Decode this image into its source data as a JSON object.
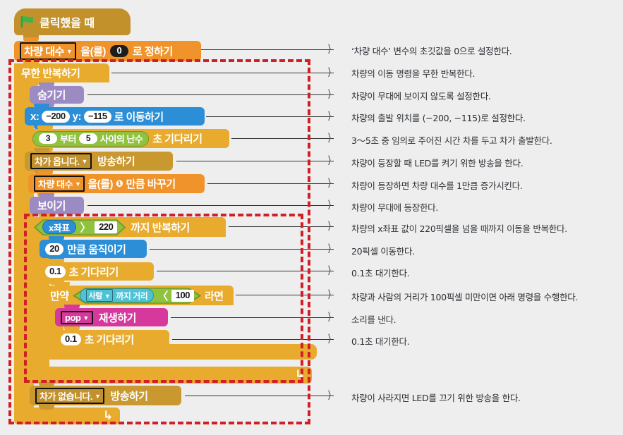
{
  "title": "Scratch block script with Korean annotations",
  "colors": {
    "background": "#eeeeee",
    "highlight_dashed": "#d11f26",
    "event": "#c2912c",
    "control": "#e8ab2e",
    "looks": "#9c8bc3",
    "motion": "#2b8ed6",
    "variables": "#f0932a",
    "sound": "#d6399b",
    "operators": "#8fc33f",
    "sensing": "#4ec3d6",
    "note_text": "#2a2e33",
    "leader_line": "#333333"
  },
  "script": {
    "hat": {
      "icon": "green-flag-icon",
      "label": "클릭했을 때"
    },
    "set_variable": {
      "variable": "차량 대수",
      "mid": "을(를)",
      "value": "0",
      "suffix": "로 정하기"
    },
    "forever": {
      "label": "무한 반복하기"
    },
    "hide": {
      "label": "숨기기"
    },
    "goto_xy": {
      "x_label": "x:",
      "x_value": "−200",
      "y_label": "y:",
      "y_value": "−115",
      "suffix": "로 이동하기"
    },
    "wait_random": {
      "from": "3",
      "from_label": "부터",
      "to": "5",
      "to_label": "사이의 난수",
      "suffix": "초 기다리기"
    },
    "broadcast_car_coming": {
      "message": "차가 옵니다.",
      "label": "방송하기"
    },
    "change_variable": {
      "variable": "차량 대수",
      "mid": "을(를)",
      "value": "❶",
      "suffix": "만큼 바꾸기"
    },
    "show": {
      "label": "보이기"
    },
    "repeat_until": {
      "reporter": "x좌표",
      "operator": "〉",
      "value": "220",
      "suffix": "까지 반복하기"
    },
    "move_steps": {
      "value": "20",
      "suffix": "만큼 움직이기"
    },
    "wait_01_a": {
      "value": "0.1",
      "suffix": "초 기다리기"
    },
    "if_block": {
      "prefix": "만약",
      "sensing_target": "사람",
      "sensing_label": "까지 거리",
      "operator": "〈",
      "value": "100",
      "suffix": "라면"
    },
    "play_sound": {
      "sound": "pop",
      "label": "재생하기"
    },
    "wait_01_b": {
      "value": "0.1",
      "suffix": "초 기다리기"
    },
    "broadcast_no_car": {
      "message": "차가 없습니다.",
      "label": "방송하기"
    },
    "loop_arrow_icon": "loop-arrow-icon"
  },
  "annotations": [
    {
      "id": "a1",
      "text": "‘차량 대수’ 변수의 초깃값을 0으로 설정한다."
    },
    {
      "id": "a2",
      "text": "차량의 이동 명령을 무한 반복한다."
    },
    {
      "id": "a3",
      "text": "차량이 무대에 보이지 않도록 설정한다."
    },
    {
      "id": "a4",
      "text": "차량의 출발 위치를 (−200, −115)로 설정한다."
    },
    {
      "id": "a5",
      "text": "3〜5초 중 임의로 주어진 시간 차를 두고 차가 출발한다."
    },
    {
      "id": "a6",
      "text": "차량이 등장할 때 LED를 켜기 위한 방송을 한다."
    },
    {
      "id": "a7",
      "text": "차량이 등장하면 차량 대수를 1만큼 증가시킨다."
    },
    {
      "id": "a8",
      "text": "차량이 무대에 등장한다."
    },
    {
      "id": "a9",
      "text": "차량의 x좌표 값이 220픽셀을 넘을 때까지 이동을 반복한다."
    },
    {
      "id": "a10",
      "text": "20픽셀 이동한다."
    },
    {
      "id": "a11",
      "text": "0.1초 대기한다."
    },
    {
      "id": "a12",
      "text": "차량과 사람의 거리가 100픽셀 미만이면 아래 명령을 수행한다."
    },
    {
      "id": "a13",
      "text": "소리를 낸다."
    },
    {
      "id": "a14",
      "text": "0.1초 대기한다."
    },
    {
      "id": "a15",
      "text": "차량이 사라지면 LED를 끄기 위한 방송을 한다."
    }
  ]
}
